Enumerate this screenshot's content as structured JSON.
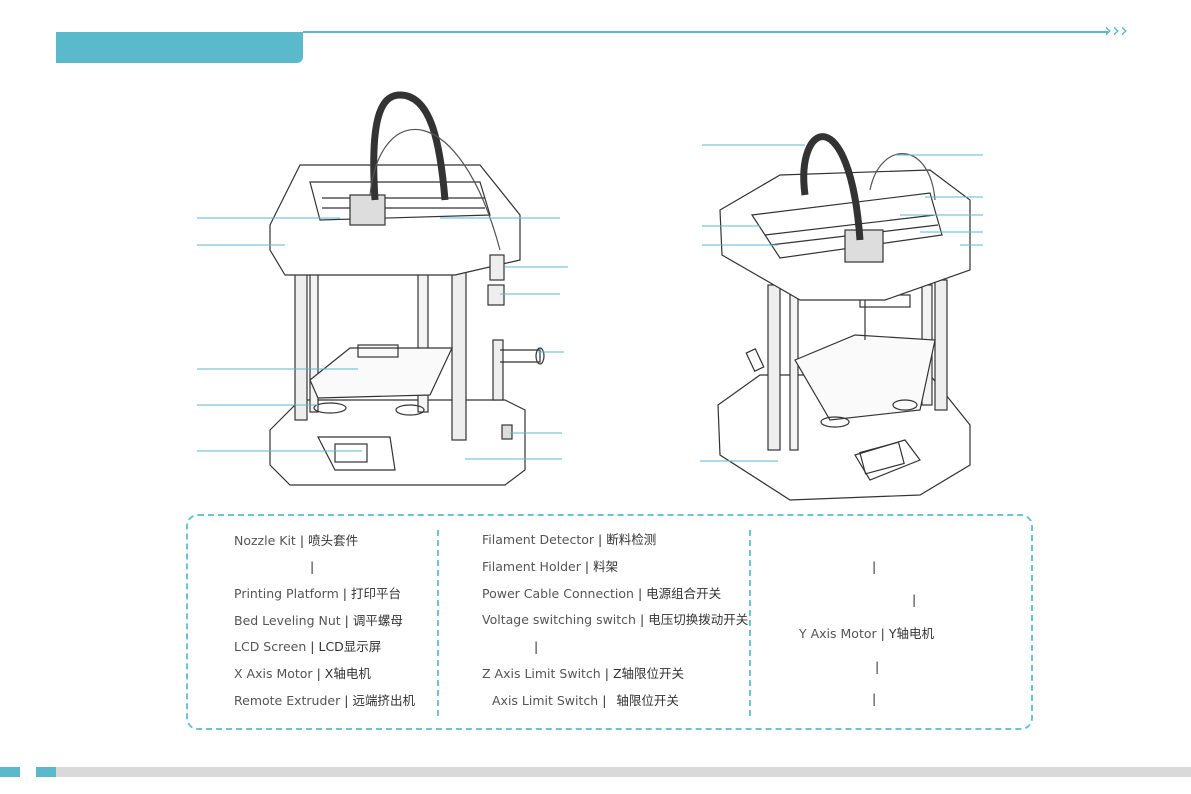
{
  "header": {
    "chevrons": "›››",
    "accent_color": "#5bb9cc"
  },
  "parts": {
    "col1": [
      {
        "en": "Nozzle Kit",
        "cn": "喷头套件"
      },
      {
        "en": "",
        "cn": ""
      },
      {
        "en": "Printing Platform",
        "cn": "打印平台"
      },
      {
        "en": "Bed Leveling Nut",
        "cn": "调平螺母"
      },
      {
        "en": "LCD Screen",
        "cn": "LCD显示屏"
      },
      {
        "en": "X Axis Motor",
        "cn": "X轴电机"
      },
      {
        "en": "Remote Extruder",
        "cn": "远端挤出机"
      }
    ],
    "col2": [
      {
        "en": "Filament Detector",
        "cn": "断料检测"
      },
      {
        "en": "Filament Holder",
        "cn": "料架"
      },
      {
        "en": "Power Cable Connection",
        "cn": "电源组合开关"
      },
      {
        "en": "Voltage switching switch",
        "cn": "电压切换拨动开关"
      },
      {
        "en": "",
        "cn": ""
      },
      {
        "en": "Z Axis Limit Switch",
        "cn": "Z轴限位开关"
      },
      {
        "en": "Axis Limit Switch",
        "cn": "轴限位开关"
      }
    ],
    "col3": [
      {
        "en": "",
        "cn": ""
      },
      {
        "en": "",
        "cn": ""
      },
      {
        "en": "Y Axis Motor",
        "cn": "Y轴电机"
      },
      {
        "en": "",
        "cn": ""
      },
      {
        "en": "",
        "cn": ""
      }
    ]
  }
}
